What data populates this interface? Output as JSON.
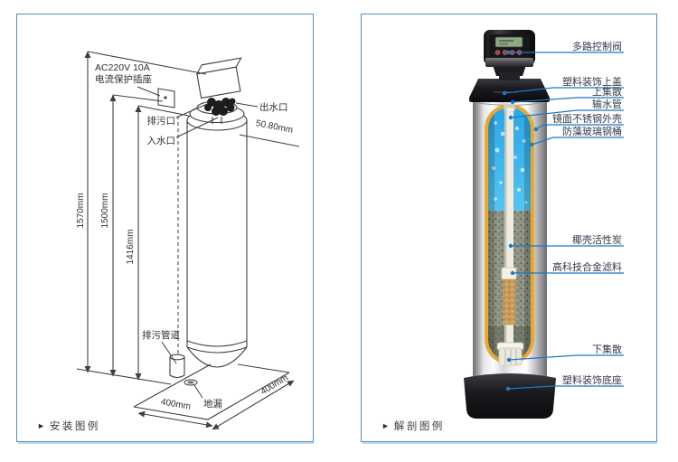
{
  "colors": {
    "panel_border": "#4e8fc7",
    "leader_blue": "#1c79c8",
    "label_text": "#333b4a",
    "line_art": "#3f3f3f",
    "liner_yellow": "#e9a92d",
    "water_blue": "#38b6ee",
    "media_gray": "#8e9383",
    "granule_tan": "#c99a5a",
    "plastic_black": "#1b1b1d",
    "lcd_green": "#8fa883",
    "button_red": "#c23232"
  },
  "left_panel": {
    "marker": "►",
    "title": "安装图例",
    "labels": {
      "power_line1": "AC220V 10A",
      "power_line2": "电流保护插座",
      "drain_port": "排污口",
      "inlet_port": "入水口",
      "outlet_port": "出水口",
      "rim_size": "50.80mm",
      "height_total": "1570mm",
      "height_socket": "1500mm",
      "height_tank": "1416mm",
      "drain_pipe": "排污管道",
      "floor_drain": "地漏",
      "floor_depth": "400mm",
      "floor_width": "400mm"
    }
  },
  "right_panel": {
    "marker": "►",
    "title": "解剖图例",
    "labels": {
      "valve": "多路控制阀",
      "top_cover": "塑料装饰上盖",
      "upper_distributor": "上集散",
      "water_pipe": "输水管",
      "steel_shell": "镜面不锈钢外壳",
      "frp_tank": "防藻玻璃钢桶",
      "activated_carbon": "椰壳活性炭",
      "alloy_media": "高科技合金滤料",
      "lower_distributor": "下集散",
      "base": "塑料装饰底座"
    }
  }
}
